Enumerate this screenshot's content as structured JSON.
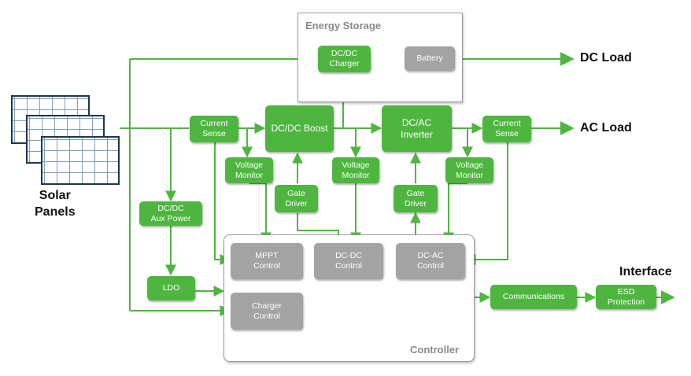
{
  "containers": {
    "energy_storage": "Energy Storage",
    "controller": "Controller"
  },
  "blocks": {
    "dcdc_charger": [
      "DC/DC",
      "Charger"
    ],
    "battery": [
      "Battery"
    ],
    "current_sense_in": [
      "Current",
      "Sense"
    ],
    "dcdc_boost": [
      "DC/DC Boost"
    ],
    "dcac_inverter": [
      "DC/AC",
      "Inverter"
    ],
    "current_sense_out": [
      "Current",
      "Sense"
    ],
    "voltage_monitor_1": [
      "Voltage",
      "Monitor"
    ],
    "voltage_monitor_2": [
      "Voltage",
      "Monitor"
    ],
    "voltage_monitor_3": [
      "Voltage",
      "Monitor"
    ],
    "gate_driver_1": [
      "Gate",
      "Driver"
    ],
    "gate_driver_2": [
      "Gate",
      "Driver"
    ],
    "dcdc_aux_power": [
      "DC/DC",
      "Aux Power"
    ],
    "ldo": [
      "LDO"
    ],
    "mppt_control": [
      "MPPT",
      "Control"
    ],
    "dcdc_control": [
      "DC-DC",
      "Control"
    ],
    "dcac_control": [
      "DC-AC",
      "Control"
    ],
    "charger_control": [
      "Charger",
      "Control"
    ],
    "communications": [
      "Communications"
    ],
    "esd_protection": [
      "ESD",
      "Protection"
    ]
  },
  "labels": {
    "dc_load": "DC Load",
    "ac_load": "AC Load",
    "solar_panels": [
      "Solar",
      "Panels"
    ],
    "interface": "Interface"
  },
  "colors": {
    "block_green": "#4eb63f",
    "block_gray": "#a3a3a3",
    "wire_green": "#4eb63f"
  }
}
